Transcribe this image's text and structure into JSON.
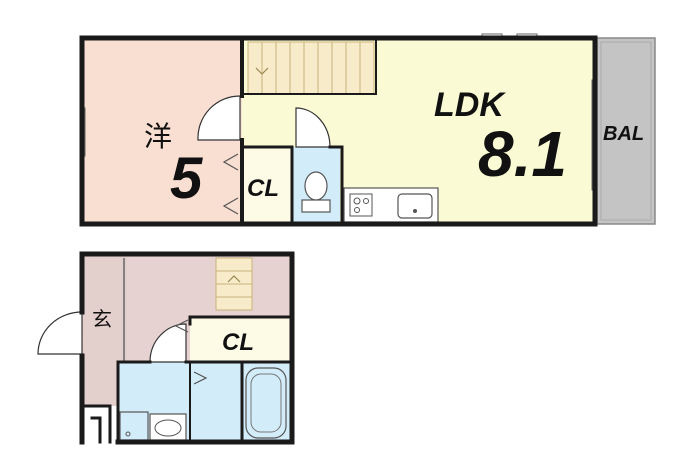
{
  "upper_floor": {
    "western_room": {
      "label": "洋",
      "size": "5",
      "fill": "#f9ded2"
    },
    "ldk": {
      "label": "LDK",
      "size": "8.1",
      "fill": "#fafbd4"
    },
    "closet": {
      "label": "CL",
      "fill": "#fdfbe6"
    },
    "balcony": {
      "label": "BAL",
      "fill": "#c4c4c4"
    },
    "toilet": {
      "fill": "#d3ecfa"
    }
  },
  "lower_floor": {
    "entrance": {
      "label": "玄",
      "fill": "#e3cfcc"
    },
    "hall": {
      "fill": "#e7d2d2"
    },
    "closet": {
      "label": "CL",
      "fill": "#fdfbe6"
    },
    "bath": {
      "fill": "#d3ecfa"
    },
    "washroom": {
      "fill": "#d3ecfa"
    }
  },
  "colors": {
    "wall": "#1a1a1a",
    "stairs": "#f7ebc9",
    "stairs_line": "#c9b37a"
  }
}
